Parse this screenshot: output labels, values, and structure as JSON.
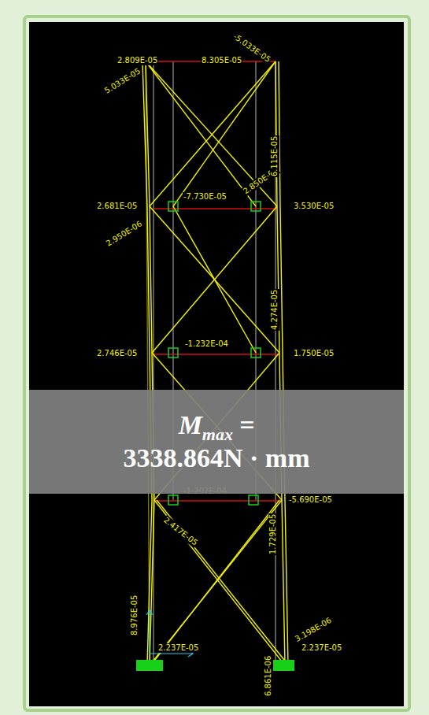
{
  "diagram": {
    "nodes": [
      {
        "text": [
          "M",
          "max",
          "=",
          "3338.864N · mm"
        ]
      }
    ],
    "labels": [
      "2.809E-05",
      "8.305E-05",
      "-5.033E-05",
      "5.033E-05",
      "2.681E-05",
      "-7.730E-05",
      "3.530E-05",
      "2.950E-06",
      "2.850E-06",
      "6.115E-05",
      "2.746E-05",
      "-1.232E-04",
      "1.750E-05",
      "4.274E-05",
      "-1.207E-04",
      "-5.690E-05",
      "2.417E-05",
      "1.729E-05",
      "8.976E-05",
      "2.237E-05",
      "2.237E-05",
      "3.198E-06",
      "6.861E-06"
    ]
  }
}
